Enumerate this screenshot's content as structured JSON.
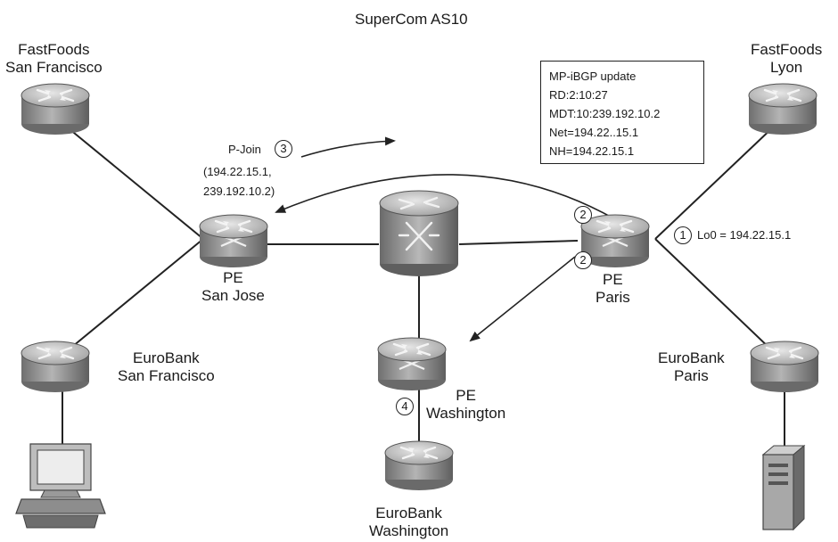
{
  "title": "SuperCom AS10",
  "nodes": {
    "fastfoods_sf": [
      "FastFoods",
      "San Francisco"
    ],
    "fastfoods_lyon": [
      "FastFoods",
      "Lyon"
    ],
    "pe_sanjose": [
      "PE",
      "San Jose"
    ],
    "pe_paris": [
      "PE",
      "Paris"
    ],
    "pe_washington": [
      "PE",
      "Washington"
    ],
    "eurobank_sf": [
      "EuroBank",
      "San Francisco"
    ],
    "eurobank_paris": [
      "EuroBank",
      "Paris"
    ],
    "eurobank_washington": [
      "EuroBank",
      "Washington"
    ]
  },
  "update_box": {
    "lines": [
      "MP-iBGP update",
      "RD:2:10:27",
      "MDT:10:239.192.10.2",
      "Net=194.22..15.1",
      "NH=194.22.15.1"
    ]
  },
  "pjoin": {
    "label": "P-Join",
    "lines": [
      "(194.22.15.1,",
      "239.192.10.2)"
    ]
  },
  "loopback": "Lo0 = 194.22.15.1",
  "steps": {
    "s1": "1",
    "s2a": "2",
    "s2b": "2",
    "s3": "3",
    "s4": "4"
  },
  "colors": {
    "router_body": "#9a9a9a",
    "router_top": "#c8c8c8",
    "line": "#222222"
  }
}
